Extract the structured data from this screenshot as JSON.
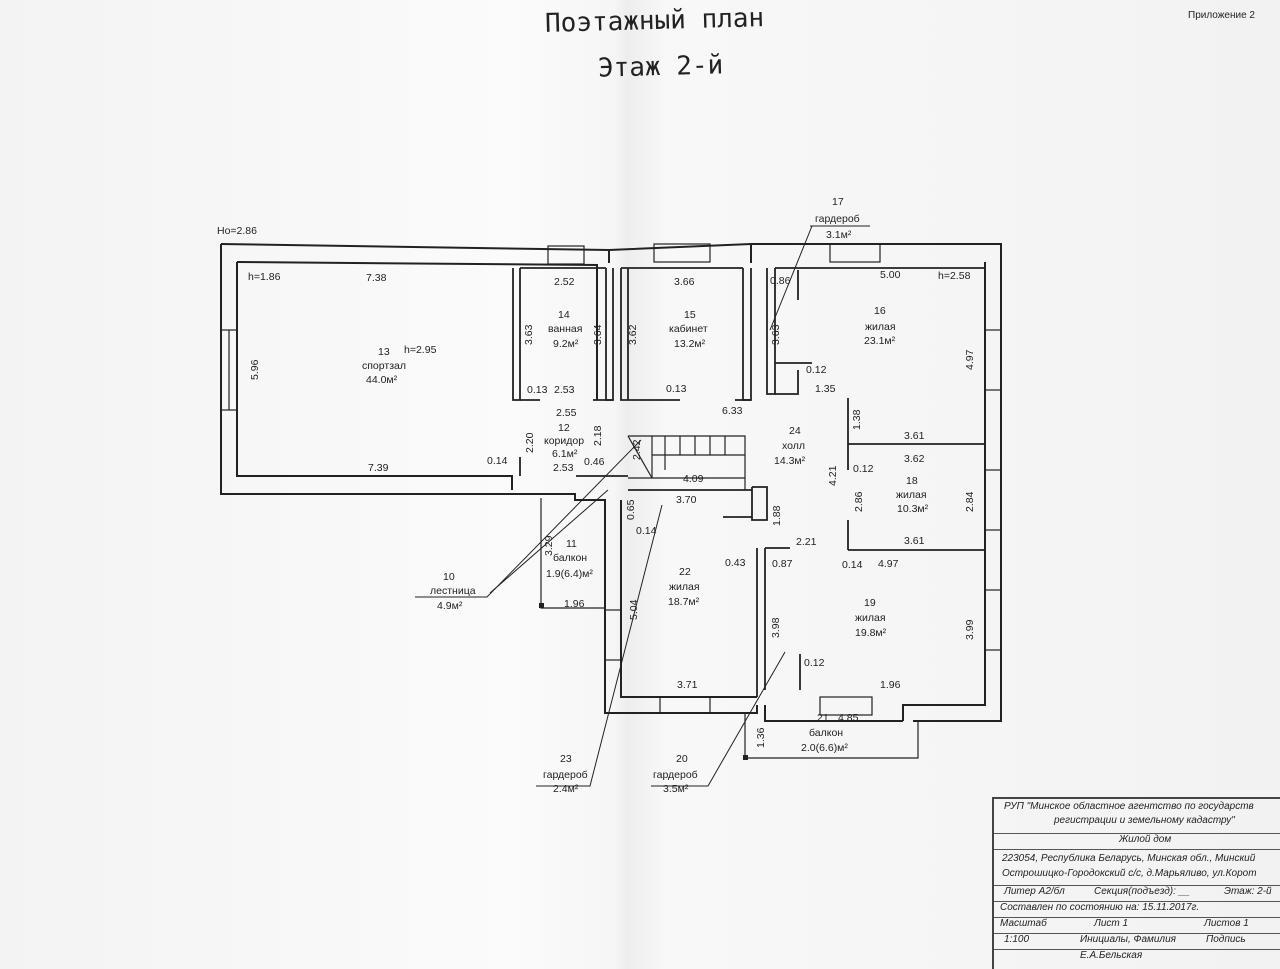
{
  "header": {
    "title": "Поэтажный план",
    "subtitle": "Этаж 2-й",
    "appendix": "Приложение 2"
  },
  "plan": {
    "ho": "Hо=2.86",
    "dims": {
      "h186": "h=1.86",
      "d738": "7.38",
      "d596": "5.96",
      "d739": "7.39",
      "h295": "h=2.95",
      "d252": "2.52",
      "d363a": "3.63",
      "d364": "3.64",
      "d013a": "0.13",
      "d253a": "2.53",
      "d255": "2.55",
      "d220": "2.20",
      "d218": "2.18",
      "d014a": "0.14",
      "d253b": "2.53",
      "d046": "0.46",
      "d366": "3.66",
      "d362": "3.62",
      "d013b": "0.13",
      "d633": "6.33",
      "d086": "0.86",
      "d500": "5.00",
      "h258": "h=2.58",
      "d363b": "3.63",
      "d497a": "4.97",
      "d012a": "0.12",
      "d135": "1.35",
      "d138": "1.38",
      "d361a": "3.61",
      "d362b": "3.62",
      "d421": "4.21",
      "d012b": "0.12",
      "d286": "2.86",
      "d284": "2.84",
      "d361b": "3.61",
      "d242": "2.42",
      "d409": "4.09",
      "d065": "0.65",
      "d370": "3.70",
      "d014b": "0.14",
      "d188": "1.88",
      "d221": "2.21",
      "d043": "0.43",
      "d087": "0.87",
      "d014c": "0.14",
      "d497b": "4.97",
      "d329": "3.29",
      "d196a": "1.96",
      "d504": "5.04",
      "d398": "3.98",
      "d399": "3.99",
      "d012c": "0.12",
      "d371": "3.71",
      "d196b": "1.96",
      "d136": "1.36",
      "d485": "4.85"
    },
    "rooms": {
      "r13": {
        "num": "13",
        "name": "спортзал",
        "area": "44.0м²"
      },
      "r14": {
        "num": "14",
        "name": "ванная",
        "area": "9.2м²"
      },
      "r15": {
        "num": "15",
        "name": "кабинет",
        "area": "13.2м²"
      },
      "r16": {
        "num": "16",
        "name": "жилая",
        "area": "23.1м²"
      },
      "r17": {
        "num": "17",
        "name": "гардероб",
        "area": "3.1м²"
      },
      "r12": {
        "num": "12",
        "name": "коридор",
        "area": "6.1м²"
      },
      "r24": {
        "num": "24",
        "name": "холл",
        "area": "14.3м²"
      },
      "r18": {
        "num": "18",
        "name": "жилая",
        "area": "10.3м²"
      },
      "r11": {
        "num": "11",
        "name": "балкон",
        "area": "1.9(6.4)м²"
      },
      "r10": {
        "num": "10",
        "name": "лестница",
        "area": "4.9м²"
      },
      "r22": {
        "num": "22",
        "name": "жилая",
        "area": "18.7м²"
      },
      "r19": {
        "num": "19",
        "name": "жилая",
        "area": "19.8м²"
      },
      "r21": {
        "num": "21",
        "name": "балкон",
        "area": "2.0(6.6)м²"
      },
      "r23": {
        "num": "23",
        "name": "гардероб",
        "area": "2.4м²"
      },
      "r20": {
        "num": "20",
        "name": "гардероб",
        "area": "3.5м²"
      }
    }
  },
  "stamp": {
    "org": "РУП \"Минское областное агентство по государств",
    "org2": "регистрации и земельному кадастру\"",
    "object": "Жилой дом",
    "address1": "223054, Республика Беларусь, Минская обл., Минский",
    "address2": "Острошицко-Городокский с/с, д.Марьяливо, ул.Корот",
    "litera": "Литер  А2/бл",
    "section": "Секция(подъезд): __",
    "floor": "Этаж: 2-й",
    "composed": "Составлен по состоянию на: 15.11.2017г.",
    "scale_label": "Масштаб",
    "sheet_label": "Лист 1",
    "sheets_label": "Листов 1",
    "scale_value": "1:100",
    "initials": "Инициалы, Фамилия",
    "signature": "Подпись",
    "name": "Е.А.Бельская"
  }
}
